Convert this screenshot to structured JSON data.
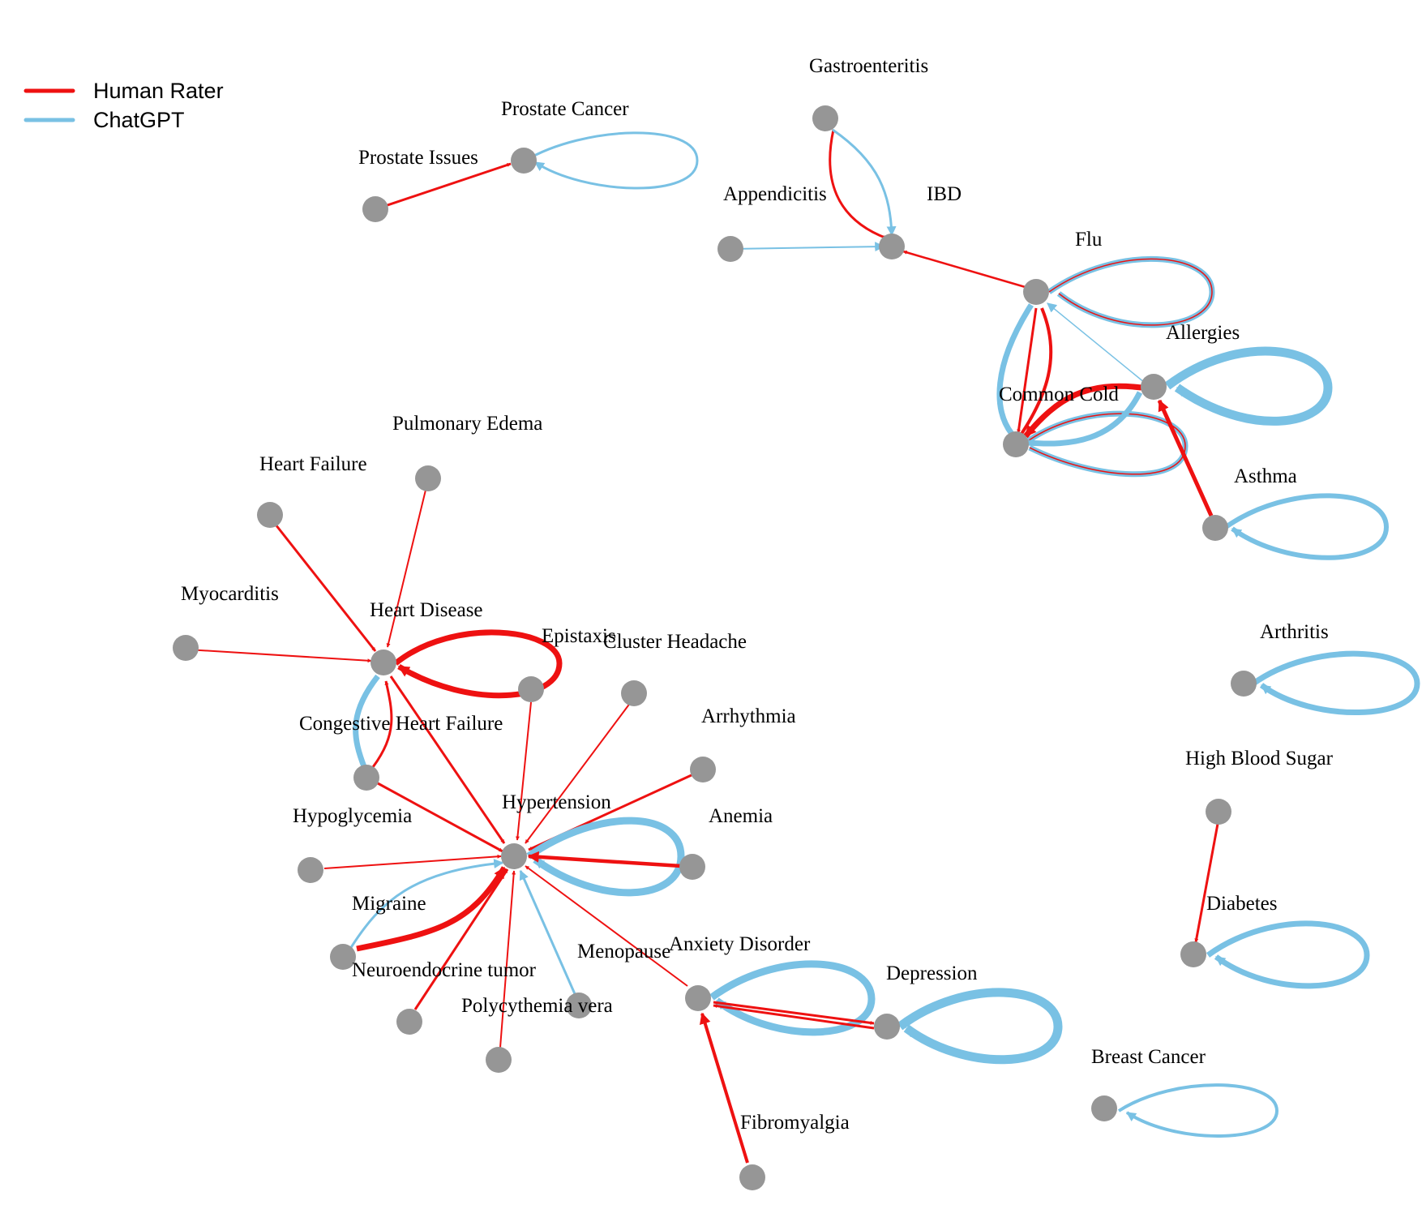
{
  "legend": [
    {
      "label": "Human Rater",
      "color": "#ee1111"
    },
    {
      "label": "ChatGPT",
      "color": "#79c1e4"
    }
  ],
  "colors": {
    "human": "#ee1111",
    "chatgpt": "#79c1e4",
    "node": "#969696"
  },
  "nodes": [
    {
      "id": "prostate-issues",
      "label": "Prostate Issues"
    },
    {
      "id": "prostate-cancer",
      "label": "Prostate Cancer"
    },
    {
      "id": "gastroenteritis",
      "label": "Gastroenteritis"
    },
    {
      "id": "appendicitis",
      "label": "Appendicitis"
    },
    {
      "id": "ibd",
      "label": "IBD"
    },
    {
      "id": "flu",
      "label": "Flu"
    },
    {
      "id": "allergies",
      "label": "Allergies"
    },
    {
      "id": "common-cold",
      "label": "Common Cold"
    },
    {
      "id": "asthma",
      "label": "Asthma"
    },
    {
      "id": "arthritis",
      "label": "Arthritis"
    },
    {
      "id": "high-blood-sugar",
      "label": "High Blood Sugar"
    },
    {
      "id": "diabetes",
      "label": "Diabetes"
    },
    {
      "id": "breast-cancer",
      "label": "Breast Cancer"
    },
    {
      "id": "pulmonary-edema",
      "label": "Pulmonary Edema"
    },
    {
      "id": "heart-failure",
      "label": "Heart Failure"
    },
    {
      "id": "myocarditis",
      "label": "Myocarditis"
    },
    {
      "id": "heart-disease",
      "label": "Heart Disease"
    },
    {
      "id": "epistaxis",
      "label": "Epistaxis"
    },
    {
      "id": "cluster-headache",
      "label": "Cluster Headache"
    },
    {
      "id": "arrhythmia",
      "label": "Arrhythmia"
    },
    {
      "id": "congestive-heart-failure",
      "label": "Congestive Heart Failure"
    },
    {
      "id": "hypertension",
      "label": "Hypertension"
    },
    {
      "id": "anemia",
      "label": "Anemia"
    },
    {
      "id": "hypoglycemia",
      "label": "Hypoglycemia"
    },
    {
      "id": "migraine",
      "label": "Migraine"
    },
    {
      "id": "menopause",
      "label": "Menopause"
    },
    {
      "id": "neuroendocrine-tumor",
      "label": "Neuroendocrine tumor"
    },
    {
      "id": "polycythemia-vera",
      "label": "Polycythemia vera"
    },
    {
      "id": "anxiety-disorder",
      "label": "Anxiety Disorder"
    },
    {
      "id": "depression",
      "label": "Depression"
    },
    {
      "id": "fibromyalgia",
      "label": "Fibromyalgia"
    }
  ],
  "edges": [
    {
      "from": "prostate-issues",
      "to": "prostate-cancer",
      "source": "human"
    },
    {
      "from": "prostate-cancer",
      "to": "prostate-cancer",
      "source": "chatgpt"
    },
    {
      "from": "gastroenteritis",
      "to": "ibd",
      "source": "human"
    },
    {
      "from": "gastroenteritis",
      "to": "ibd",
      "source": "chatgpt"
    },
    {
      "from": "appendicitis",
      "to": "ibd",
      "source": "chatgpt"
    },
    {
      "from": "flu",
      "to": "ibd",
      "source": "human"
    },
    {
      "from": "flu",
      "to": "flu",
      "source": "both"
    },
    {
      "from": "allergies",
      "to": "flu",
      "source": "chatgpt"
    },
    {
      "from": "flu",
      "to": "common-cold",
      "source": "human"
    },
    {
      "from": "flu",
      "to": "common-cold",
      "source": "chatgpt"
    },
    {
      "from": "common-cold",
      "to": "common-cold",
      "source": "both"
    },
    {
      "from": "allergies",
      "to": "common-cold",
      "source": "human"
    },
    {
      "from": "allergies",
      "to": "common-cold",
      "source": "chatgpt"
    },
    {
      "from": "allergies",
      "to": "allergies",
      "source": "chatgpt"
    },
    {
      "from": "asthma",
      "to": "allergies",
      "source": "human"
    },
    {
      "from": "asthma",
      "to": "asthma",
      "source": "chatgpt"
    },
    {
      "from": "arthritis",
      "to": "arthritis",
      "source": "chatgpt"
    },
    {
      "from": "high-blood-sugar",
      "to": "diabetes",
      "source": "human"
    },
    {
      "from": "diabetes",
      "to": "diabetes",
      "source": "chatgpt"
    },
    {
      "from": "breast-cancer",
      "to": "breast-cancer",
      "source": "chatgpt"
    },
    {
      "from": "pulmonary-edema",
      "to": "heart-disease",
      "source": "human"
    },
    {
      "from": "heart-failure",
      "to": "heart-disease",
      "source": "human"
    },
    {
      "from": "myocarditis",
      "to": "heart-disease",
      "source": "human"
    },
    {
      "from": "heart-disease",
      "to": "heart-disease",
      "source": "human"
    },
    {
      "from": "heart-disease",
      "to": "congestive-heart-failure",
      "source": "chatgpt"
    },
    {
      "from": "congestive-heart-failure",
      "to": "heart-disease",
      "source": "human"
    },
    {
      "from": "heart-disease",
      "to": "hypertension",
      "source": "human"
    },
    {
      "from": "epistaxis",
      "to": "hypertension",
      "source": "human"
    },
    {
      "from": "cluster-headache",
      "to": "hypertension",
      "source": "human"
    },
    {
      "from": "arrhythmia",
      "to": "hypertension",
      "source": "human"
    },
    {
      "from": "congestive-heart-failure",
      "to": "hypertension",
      "source": "human"
    },
    {
      "from": "anemia",
      "to": "hypertension",
      "source": "human"
    },
    {
      "from": "hypertension",
      "to": "hypertension",
      "source": "chatgpt"
    },
    {
      "from": "hypoglycemia",
      "to": "hypertension",
      "source": "human"
    },
    {
      "from": "migraine",
      "to": "hypertension",
      "source": "human"
    },
    {
      "from": "migraine",
      "to": "hypertension",
      "source": "chatgpt"
    },
    {
      "from": "neuroendocrine-tumor",
      "to": "hypertension",
      "source": "human"
    },
    {
      "from": "polycythemia-vera",
      "to": "hypertension",
      "source": "human"
    },
    {
      "from": "menopause",
      "to": "hypertension",
      "source": "chatgpt"
    },
    {
      "from": "anxiety-disorder",
      "to": "hypertension",
      "source": "human"
    },
    {
      "from": "anxiety-disorder",
      "to": "anxiety-disorder",
      "source": "chatgpt"
    },
    {
      "from": "anxiety-disorder",
      "to": "depression",
      "source": "human"
    },
    {
      "from": "depression",
      "to": "anxiety-disorder",
      "source": "human"
    },
    {
      "from": "depression",
      "to": "depression",
      "source": "chatgpt"
    },
    {
      "from": "fibromyalgia",
      "to": "anxiety-disorder",
      "source": "human"
    }
  ]
}
